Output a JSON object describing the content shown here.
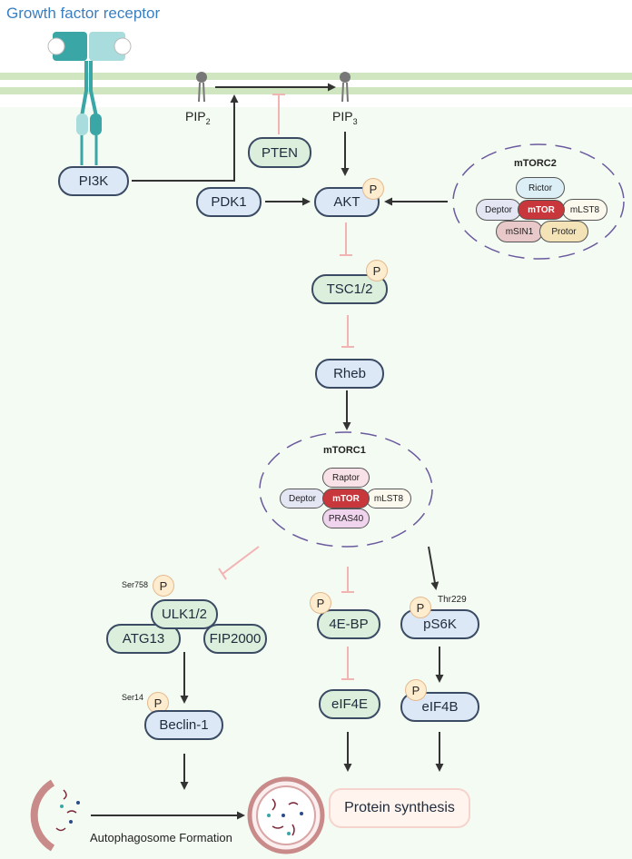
{
  "title": "Growth factor receptor",
  "membrane": {
    "pip2": "PIP",
    "pip2_sub": "2",
    "pip3": "PIP",
    "pip3_sub": "3"
  },
  "nodes": {
    "pi3k": "PI3K",
    "pten": "PTEN",
    "pdk1": "PDK1",
    "akt": "AKT",
    "tsc": "TSC1/2",
    "rheb": "Rheb",
    "ulk": "ULK1/2",
    "atg13": "ATG13",
    "fip": "FIP2000",
    "beclin": "Beclin-1",
    "ebp": "4E-BP",
    "eif4e": "eIF4E",
    "ps6k": "pS6K",
    "eif4b": "eIF4B"
  },
  "phospho": {
    "label": "P",
    "ser758": "Ser758",
    "ser14": "Ser14",
    "thr229": "Thr229"
  },
  "mtorc2": {
    "title": "mTORC2",
    "rictor": "Rictor",
    "deptor": "Deptor",
    "mtor": "mTOR",
    "mlst8": "mLST8",
    "msin1": "mSIN1",
    "protor": "Protor"
  },
  "mtorc1": {
    "title": "mTORC1",
    "raptor": "Raptor",
    "deptor": "Deptor",
    "mtor": "mTOR",
    "mlst8": "mLST8",
    "pras40": "PRAS40"
  },
  "outputs": {
    "autophagosome": "Autophagosome Formation",
    "protein": "Protein synthesis"
  },
  "colors": {
    "membrane": "#cfe6c1",
    "activation": "#333333",
    "inhibition": "#f2b3b3",
    "mtor": "#c8373b",
    "title": "#3a7fc1",
    "receptor": "#3aa6a6"
  }
}
